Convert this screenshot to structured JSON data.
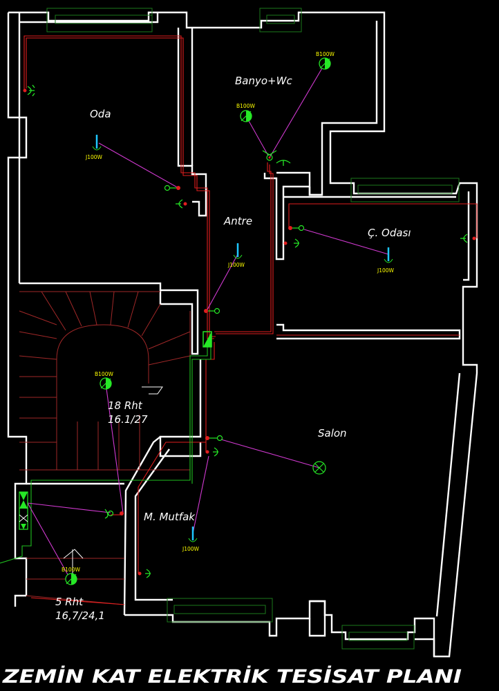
{
  "title": "ZEMİN KAT ELEKTRİK TESİSAT PLANI",
  "rooms": {
    "oda": "Oda",
    "banyo": "Banyo+Wc",
    "antre": "Antre",
    "cocuk_odasi": "Ç. Odası",
    "salon": "Salon",
    "mutfak": "M. Mutfak"
  },
  "stairs": {
    "upper_count": "18 Rht",
    "upper_dim": "16.1/27",
    "lower_count": "5 Rht",
    "lower_dim": "16,7/24,1"
  },
  "fixtures": {
    "b100w": "B100W",
    "j100w": "J100W"
  },
  "colors": {
    "background": "#000000",
    "wall": "#ffffff",
    "cable": "#e11e1e",
    "ground_cable": "#1fc11f",
    "link": "#d23ad2",
    "symbol": "#26e826",
    "fixture_text": "#ffff00",
    "pendant": "#1ec8ff"
  },
  "icons": [
    "ceiling-lamp-icon",
    "wall-lamp-icon",
    "switch-icon",
    "socket-icon",
    "distribution-panel-icon",
    "ceiling-outlet-icon"
  ]
}
